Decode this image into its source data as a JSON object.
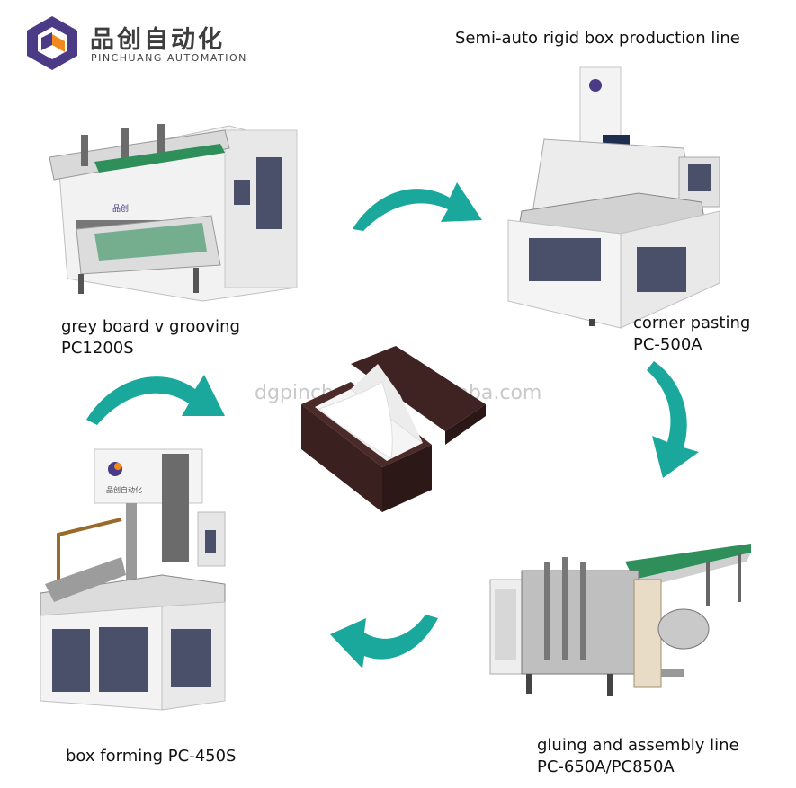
{
  "brand": {
    "name_cn": "品创自动化",
    "name_en": "PINCHUANG AUTOMATION",
    "colors": {
      "purple": "#4b3a86",
      "orange": "#f08a1d",
      "teal": "#1aa89c"
    }
  },
  "header": {
    "title": "Semi-auto rigid box production line"
  },
  "watermark": "dgpinchuang.en.alibaba.com",
  "machines": [
    {
      "id": "grooving",
      "label_line1": "grey board v grooving",
      "label_line2": "PC1200S"
    },
    {
      "id": "corner",
      "label_line1": "corner pasting",
      "label_line2": "PC-500A"
    },
    {
      "id": "gluing",
      "label_line1": "gluing and assembly line",
      "label_line2": "PC-650A/PC850A"
    },
    {
      "id": "forming",
      "label_line1": "box forming PC-450S",
      "label_line2": ""
    }
  ],
  "product": {
    "icon": "rigid-gift-box-with-tissue",
    "box_color": "#3e2322"
  },
  "arrows": {
    "color": "#1aa89c"
  }
}
